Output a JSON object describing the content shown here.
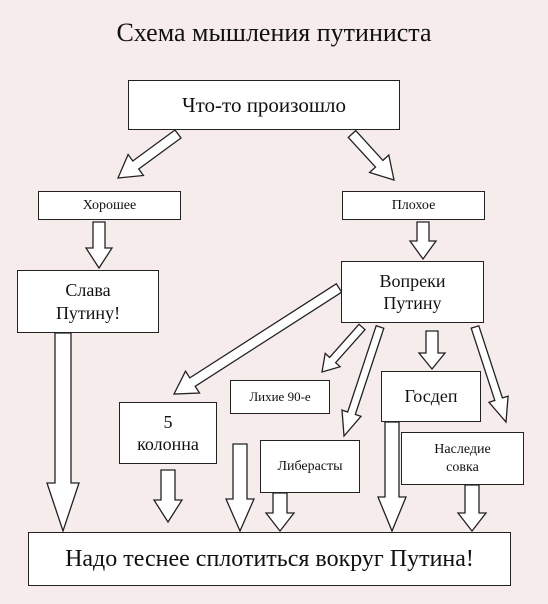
{
  "title": "Схема мышления путиниста",
  "nodes": {
    "happened": "Что-то произошло",
    "good": "Хорошее",
    "bad": "Плохое",
    "glory": "Слава\nПутину!",
    "despite": "Вопреки\nПутину",
    "column5": "5\nколонна",
    "nineties": "Лихие 90-е",
    "gosdep": "Госдеп",
    "liberasty": "Либерасты",
    "sovok": "Наследие\nсовка",
    "conclusion": "Надо теснее сплотиться вокруг Путина!"
  },
  "colors": {
    "background": "#f6ecec",
    "box_fill": "#ffffff",
    "stroke": "#222222",
    "arrow_fill": "#ffffff"
  }
}
